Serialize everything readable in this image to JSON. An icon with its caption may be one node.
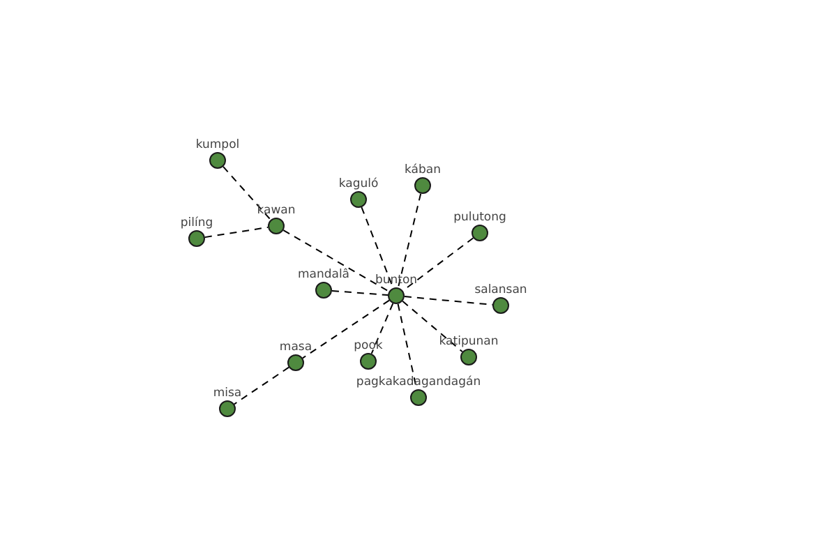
{
  "diagram": {
    "nodes": [
      {
        "text": [
          "kumpol"
        ]
      },
      {
        "text": [
          "kában"
        ]
      },
      {
        "text": [
          "kaguló"
        ]
      },
      {
        "text": [
          "kawan"
        ]
      },
      {
        "text": [
          "pulutong"
        ]
      },
      {
        "text": [
          "pilíng"
        ]
      },
      {
        "text": [
          "mandalâ"
        ]
      },
      {
        "text": [
          "bunton"
        ]
      },
      {
        "text": [
          "salansan"
        ]
      },
      {
        "text": [
          "masa"
        ]
      },
      {
        "text": [
          "pook"
        ]
      },
      {
        "text": [
          "katipunan"
        ]
      },
      {
        "text": [
          "pagkakadagandagán"
        ]
      },
      {
        "text": [
          "misa"
        ]
      }
    ],
    "edges": [
      {
        "from": 0,
        "to": 3,
        "arrow": "none",
        "style": "dashed"
      },
      {
        "from": 5,
        "to": 3,
        "arrow": "none",
        "style": "dashed"
      },
      {
        "from": 3,
        "to": 7,
        "arrow": "none",
        "style": "dashed"
      },
      {
        "from": 2,
        "to": 7,
        "arrow": "none",
        "style": "dashed"
      },
      {
        "from": 1,
        "to": 7,
        "arrow": "none",
        "style": "dashed"
      },
      {
        "from": 4,
        "to": 7,
        "arrow": "none",
        "style": "dashed"
      },
      {
        "from": 6,
        "to": 7,
        "arrow": "none",
        "style": "dashed"
      },
      {
        "from": 7,
        "to": 8,
        "arrow": "none",
        "style": "dashed"
      },
      {
        "from": 7,
        "to": 11,
        "arrow": "none",
        "style": "dashed"
      },
      {
        "from": 7,
        "to": 12,
        "arrow": "none",
        "style": "dashed"
      },
      {
        "from": 7,
        "to": 10,
        "arrow": "none",
        "style": "dashed"
      },
      {
        "from": 7,
        "to": 9,
        "arrow": "none",
        "style": "dashed"
      },
      {
        "from": 9,
        "to": 13,
        "arrow": "none",
        "style": "dashed"
      }
    ]
  }
}
